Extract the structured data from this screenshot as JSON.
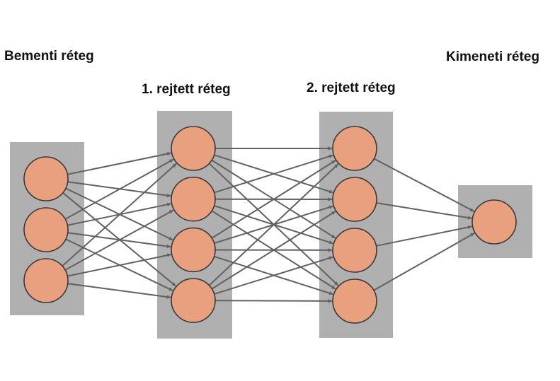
{
  "colors": {
    "background": "#ffffff",
    "layer_box": "#b0b0b0",
    "neuron_fill": "#e9a07e",
    "neuron_stroke": "#3a3a3a",
    "connection": "#616161"
  },
  "layers": [
    {
      "id": "input",
      "label": "Bementi réteg",
      "neurons": 3
    },
    {
      "id": "hidden-1",
      "label": "1. rejtett réteg",
      "neurons": 4
    },
    {
      "id": "hidden-2",
      "label": "2. rejtett réteg",
      "neurons": 4
    },
    {
      "id": "output",
      "label": "Kimeneti réteg",
      "neurons": 1
    }
  ],
  "connections": "fully-connected"
}
